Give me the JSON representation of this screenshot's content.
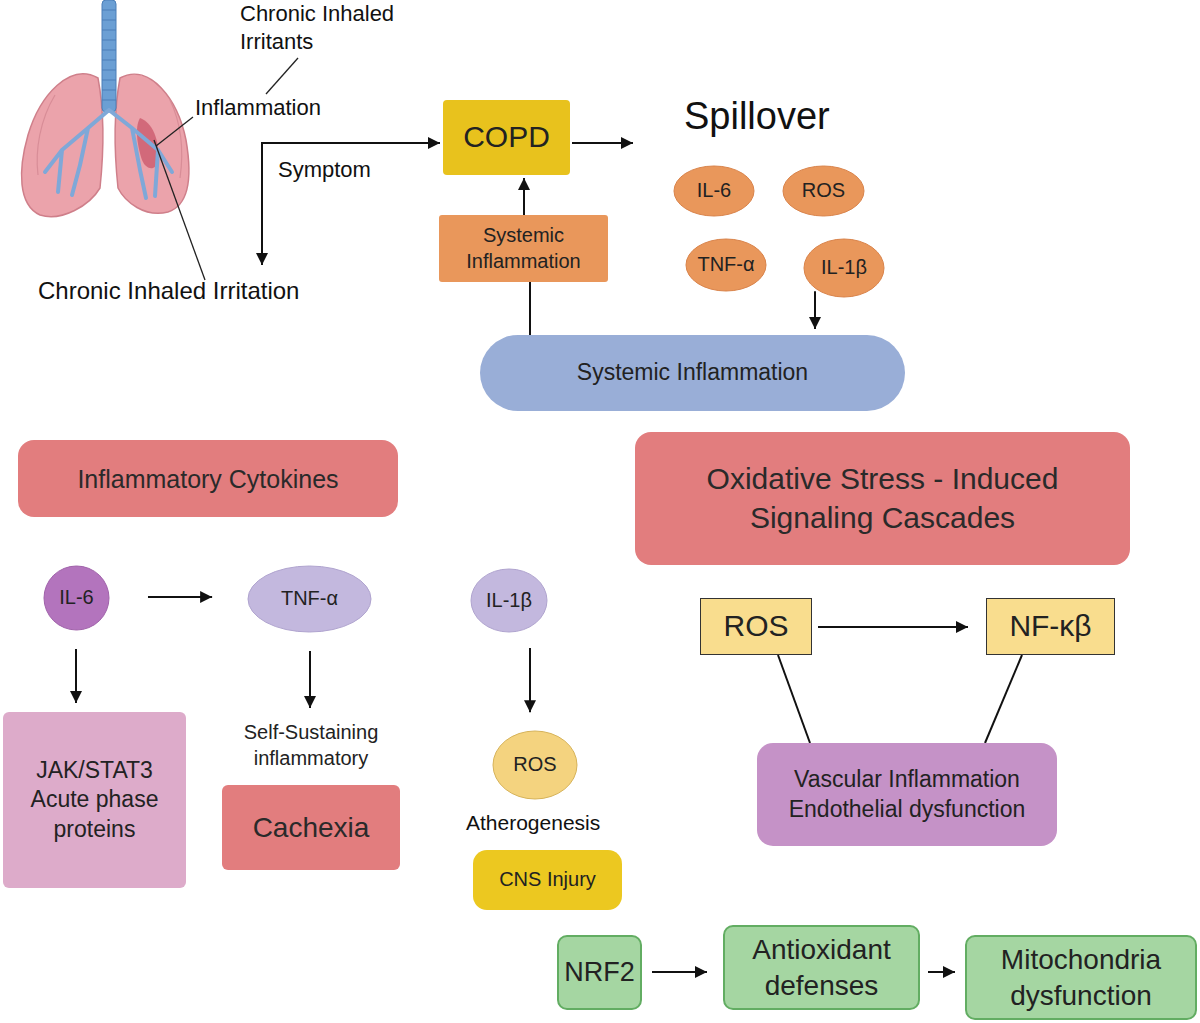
{
  "diagram": {
    "nodes": [
      {
        "text": [
          "COPD"
        ]
      },
      {
        "text": [
          "Systemic Inflammation"
        ]
      },
      {
        "text": [
          "IL-6"
        ]
      },
      {
        "text": [
          "ROS"
        ]
      },
      {
        "text": [
          "TNF-α"
        ]
      },
      {
        "text": [
          "IL-1β"
        ]
      },
      {
        "text": [
          "Systemic Inflammation"
        ]
      },
      {
        "text": [
          "Inflammatory Cytokines"
        ]
      },
      {
        "text": [
          "Oxidative Stress - Induced Signaling Cascades"
        ]
      },
      {
        "text": [
          "IL-6"
        ]
      },
      {
        "text": [
          "TNF-α"
        ]
      },
      {
        "text": [
          "IL-1β"
        ]
      },
      {
        "text": [
          "JAK/STAT3 Acute phase proteins"
        ]
      },
      {
        "text": [
          "Self-Sustaining inflammatory",
          "Cachexia"
        ]
      },
      {
        "text": [
          "ROS"
        ]
      },
      {
        "text": [
          "CNS Injury"
        ]
      },
      {
        "text": [
          "ROS"
        ]
      },
      {
        "text": [
          "NF-κβ"
        ]
      },
      {
        "text": [
          "Vascular Inflammation Endothelial dysfunction"
        ]
      },
      {
        "text": [
          "NRF2"
        ]
      },
      {
        "text": [
          "Antioxidant defenses"
        ]
      },
      {
        "text": [
          "Mitochondria dysfunction"
        ]
      }
    ],
    "edges": [
      {
        "from": 1,
        "to": 0,
        "arrow": "to"
      },
      {
        "from": 1,
        "to": 6,
        "arrow": "none"
      },
      {
        "from": 5,
        "to": 6,
        "arrow": "to"
      },
      {
        "from": 9,
        "to": 10,
        "arrow": "to"
      },
      {
        "from": 9,
        "to": 12,
        "arrow": "to"
      },
      {
        "from": 10,
        "to": 13,
        "arrow": "to"
      },
      {
        "from": 11,
        "to": 14,
        "arrow": "to"
      },
      {
        "from": 16,
        "to": 17,
        "arrow": "to"
      },
      {
        "from": 16,
        "to": 18,
        "arrow": "none"
      },
      {
        "from": 17,
        "to": 18,
        "arrow": "none"
      },
      {
        "from": 19,
        "to": 20,
        "arrow": "to"
      },
      {
        "from": 20,
        "to": 21,
        "arrow": "to"
      }
    ],
    "labels": [
      "Chronic Inhaled Irritants",
      "Inflammation",
      "Symptom",
      "Chronic Inhaled Irritation",
      "Spillover",
      "Atherogenesis"
    ]
  }
}
